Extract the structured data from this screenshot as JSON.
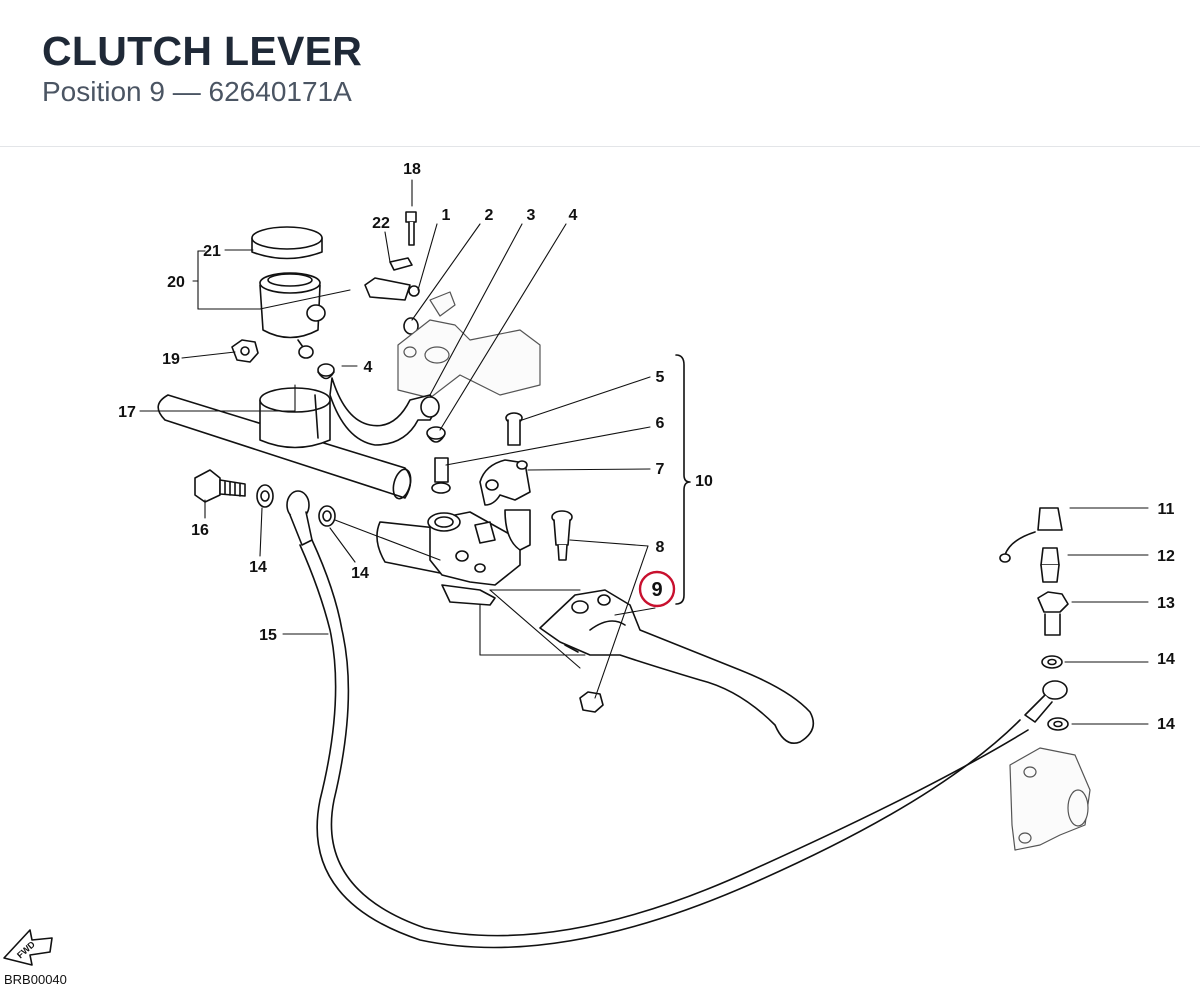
{
  "header": {
    "title": "CLUTCH LEVER",
    "subtitle": "Position 9 — 62640171A"
  },
  "diagram": {
    "reference_code": "BRB00040",
    "fwd_label": "FWD",
    "highlight_color": "#c8102e",
    "callouts": {
      "c1": "1",
      "c2": "2",
      "c3": "3",
      "c4a": "4",
      "c4b": "4",
      "c5": "5",
      "c6": "6",
      "c7": "7",
      "c8": "8",
      "c9": "9",
      "c10": "10",
      "c11": "11",
      "c12": "12",
      "c13": "13",
      "c14a": "14",
      "c14b": "14",
      "c14c": "14",
      "c14d": "14",
      "c15": "15",
      "c16": "16",
      "c17": "17",
      "c18": "18",
      "c19": "19",
      "c20": "20",
      "c21": "21",
      "c22": "22"
    }
  }
}
